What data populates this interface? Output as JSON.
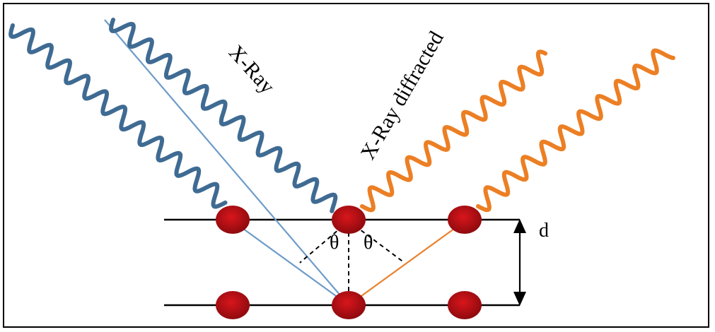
{
  "labels": {
    "incident": "X-Ray",
    "diffracted": "X-Ray diffracted",
    "theta_left": "θ",
    "theta_right": "θ",
    "spacing": "d"
  },
  "colors": {
    "incident_wave": "#3f6b93",
    "incident_ray": "#6d9cc9",
    "diffracted_wave": "#ec7f24",
    "diffracted_ray": "#e8822e",
    "atom": "#c20f14",
    "atom_dark": "#8e0a0e",
    "plane": "#000000"
  },
  "atom_rows": 2,
  "atoms_per_row": 3
}
